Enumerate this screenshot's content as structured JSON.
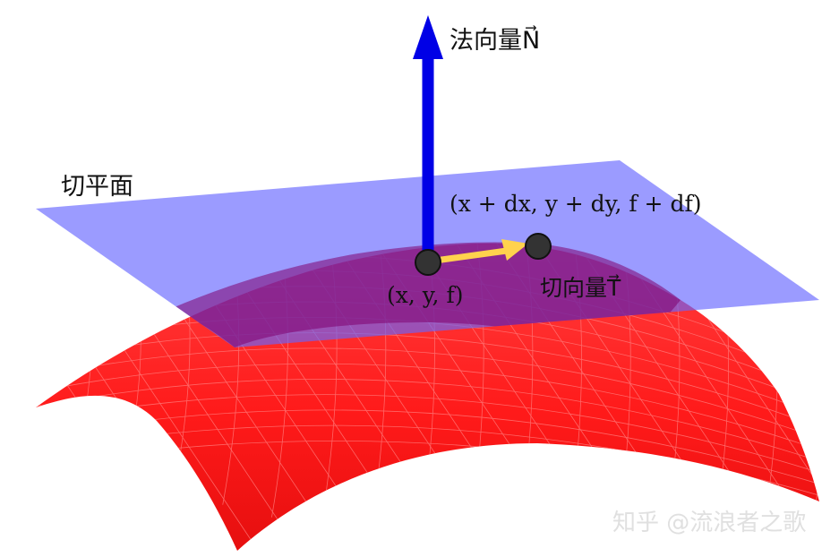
{
  "labels": {
    "normal_vector": "法向量N⃗",
    "tangent_plane": "切平面",
    "point_end": "(x + dx, y + dy, f + df)",
    "point_start": "(x, y, f)",
    "tangent_vector": "切向量T⃗"
  },
  "watermark": "知乎 @流浪者之歌",
  "colors": {
    "surface": "#ff1a1a",
    "surface_mesh": "#ff8080",
    "tangent_plane": "#6666ff",
    "normal_vector": "#0000e6",
    "tangent_vector": "#ffd24d",
    "point": "#333333",
    "watermark": "#e0e0e0"
  }
}
